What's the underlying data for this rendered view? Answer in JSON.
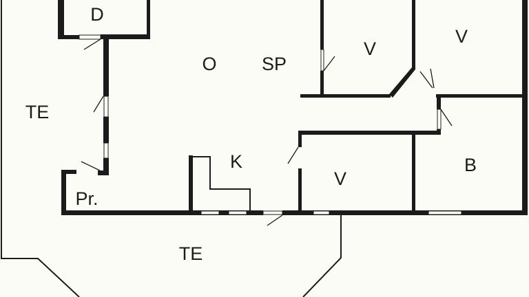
{
  "floor_plan": {
    "rooms": [
      {
        "id": "storage",
        "label": "D"
      },
      {
        "id": "living",
        "label": "O"
      },
      {
        "id": "sleeping-area",
        "label": "SP"
      },
      {
        "id": "bedroom-1",
        "label": "V"
      },
      {
        "id": "bedroom-2",
        "label": "V"
      },
      {
        "id": "terrace-west",
        "label": "TE"
      },
      {
        "id": "kitchen",
        "label": "K"
      },
      {
        "id": "bathroom",
        "label": "B"
      },
      {
        "id": "bedroom-3",
        "label": "V"
      },
      {
        "id": "utility",
        "label": "Pr."
      },
      {
        "id": "terrace-south",
        "label": "TE"
      }
    ],
    "colors": {
      "wall": "#1b1b1b",
      "background": "#fcfcf6"
    }
  }
}
